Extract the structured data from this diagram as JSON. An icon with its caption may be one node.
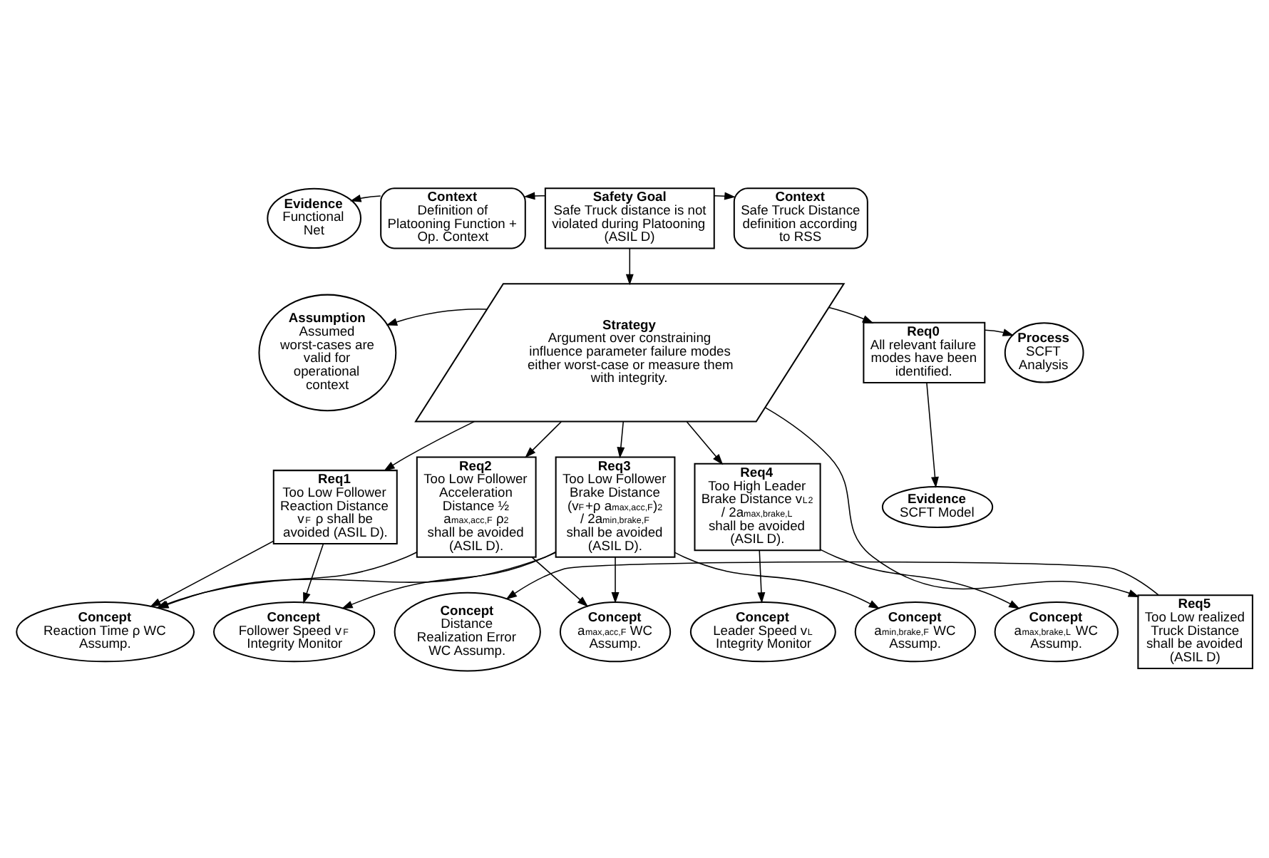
{
  "diagram": {
    "nodes": [
      {
        "text": [
          "Safety Goal",
          "Safe Truck distance is not violated during Platooning (ASIL D)"
        ]
      },
      {
        "text": [
          "Context",
          "Definition of Platooning Function + Op. Context"
        ]
      },
      {
        "text": [
          "Context",
          "Safe Truck Distance definition according to RSS"
        ]
      },
      {
        "text": [
          "Evidence",
          "Functional Net"
        ]
      },
      {
        "text": [
          "Strategy",
          "Argument over constraining influence parameter failure modes either worst-case or measure them with integrity."
        ]
      },
      {
        "text": [
          "Assumption",
          "Assumed worst-cases are valid for operational context"
        ]
      },
      {
        "text": [
          "Req0",
          "All relevant failure modes have been identified."
        ]
      },
      {
        "text": [
          "Process",
          "SCFT Analysis"
        ]
      },
      {
        "text": [
          "Evidence",
          "SCFT Model"
        ]
      },
      {
        "text": [
          "Req1",
          "Too Low Follower Reaction Distance v$_{F}$ ρ shall be avoided (ASIL D)."
        ]
      },
      {
        "text": [
          "Req2",
          "Too Low Follower Acceleration Distance ½ a$_{max,acc,F}$ ρ$^{2}$ shall be avoided (ASIL D)."
        ]
      },
      {
        "text": [
          "Req3",
          "Too Low Follower Brake Distance (v$_{F}$+ρ a$_{max,acc,F}$)$^{2}$ / 2a$_{min,brake,F}$ shall be avoided (ASIL D)."
        ]
      },
      {
        "text": [
          "Req4",
          "Too High Leader Brake Distance v$_{L}$$^{2}$ / 2a$_{max,brake,L}$ shall be avoided (ASIL D)."
        ]
      },
      {
        "text": [
          "Concept",
          "Reaction Time ρ WC Assump."
        ]
      },
      {
        "text": [
          "Concept",
          "a$_{max,acc,F}$ WC Assump."
        ]
      },
      {
        "text": [
          "Concept",
          "Leader Speed v$_{L}$ Integrity Monitor"
        ]
      },
      {
        "text": [
          "Concept",
          "a$_{min,brake,F}$ WC Assump."
        ]
      },
      {
        "text": [
          "Concept",
          "a$_{max,brake,L}$ WC Assump."
        ]
      },
      {
        "text": [
          "Concept",
          "Follower Speed v$_{F}$ Integrity Monitor"
        ]
      },
      {
        "text": [
          "Concept",
          "Distance Realization Error WC Assump."
        ]
      },
      {
        "text": [
          "Req5",
          "Too Low realized Truck Distance shall be avoided (ASIL D)"
        ]
      }
    ],
    "edges": [
      {
        "from": 0,
        "to": 1,
        "arrow": "to"
      },
      {
        "from": 0,
        "to": 2,
        "arrow": "to"
      },
      {
        "from": 1,
        "to": 3,
        "arrow": "to"
      },
      {
        "from": 0,
        "to": 4,
        "arrow": "to"
      },
      {
        "from": 4,
        "to": 5,
        "arrow": "to"
      },
      {
        "from": 4,
        "to": 6,
        "arrow": "to"
      },
      {
        "from": 6,
        "to": 7,
        "arrow": "to"
      },
      {
        "from": 6,
        "to": 8,
        "arrow": "to"
      },
      {
        "from": 4,
        "to": 9,
        "arrow": "to"
      },
      {
        "from": 4,
        "to": 10,
        "arrow": "to"
      },
      {
        "from": 4,
        "to": 11,
        "arrow": "to"
      },
      {
        "from": 4,
        "to": 12,
        "arrow": "to"
      },
      {
        "from": 4,
        "to": 20,
        "arrow": "to"
      },
      {
        "from": 9,
        "to": 13,
        "arrow": "to"
      },
      {
        "from": 9,
        "to": 18,
        "arrow": "to"
      },
      {
        "from": 10,
        "to": 13,
        "arrow": "to"
      },
      {
        "from": 10,
        "to": 14,
        "arrow": "to"
      },
      {
        "from": 11,
        "to": 14,
        "arrow": "to"
      },
      {
        "from": 11,
        "to": 13,
        "arrow": "to"
      },
      {
        "from": 11,
        "to": 18,
        "arrow": "to"
      },
      {
        "from": 11,
        "to": 16,
        "arrow": "to"
      },
      {
        "from": 12,
        "to": 15,
        "arrow": "to"
      },
      {
        "from": 12,
        "to": 17,
        "arrow": "to"
      },
      {
        "from": 20,
        "to": 19,
        "arrow": "to"
      }
    ]
  }
}
